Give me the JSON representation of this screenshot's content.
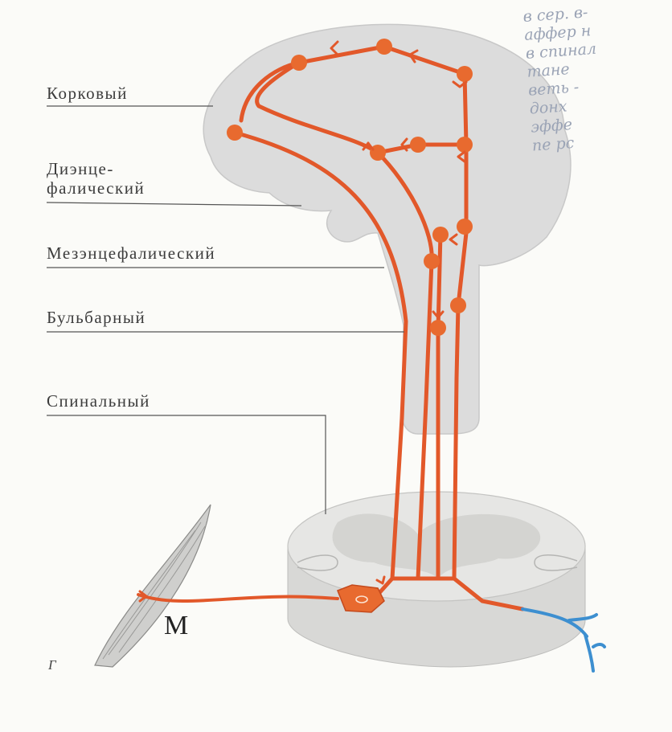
{
  "levels": [
    {
      "key": "cortical",
      "label": "Корковый"
    },
    {
      "key": "diencephalic",
      "label": "Диэнце-\nфалический"
    },
    {
      "key": "mesencephalic",
      "label": "Мезэнцефалический"
    },
    {
      "key": "bulbar",
      "label": "Бульбарный"
    },
    {
      "key": "spinal",
      "label": "Спинальный"
    }
  ],
  "muscle_label": "М",
  "figure_letter": "Г",
  "handwritten_note": [
    "в сер. в-",
    "аффер н",
    "в спинал",
    "тане",
    "веть -",
    "донх",
    "эффе",
    "пе рс"
  ],
  "colors": {
    "pathway": "#e2582a",
    "neuron_body": "#e86a2f",
    "brain": "#dcdcdc",
    "spinal_segment": "#e4e4e2",
    "afferent_fiber": "#3d8fd0",
    "label_text": "#3c3c3c"
  }
}
